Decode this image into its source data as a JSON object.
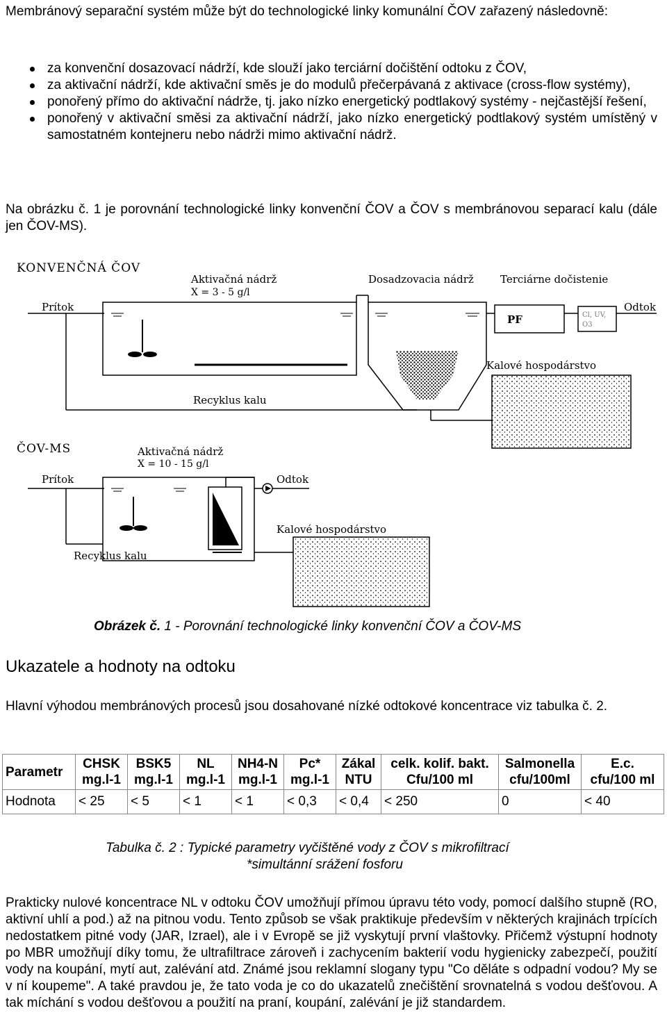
{
  "intro": "Membránový separační systém může být do technologické linky komunální ČOV zařazený následovně:",
  "bullets": [
    "za konvenční dosazovací nádrží, kde slouží jako terciární dočištění odtoku z ČOV,",
    "za aktivační nádrží, kde aktivační směs je do modulů přečerpávaná z aktivace (cross-flow systémy),",
    "ponořený přímo do aktivační nádrže, tj. jako nízko energetický podtlakový systémy - nejčastější řešení,",
    "ponořený v aktivační směsi za aktivační nádrží, jako nízko energetický podtlakový systém umístěný v samostatném kontejneru nebo nádrži mimo aktivační nádrž."
  ],
  "figure_intro": "Na obrázku č. 1 je porovnání technologické linky konvenční ČOV a ČOV s membránovou separací kalu (dále jen ČOV-MS).",
  "diagram": {
    "top_title": "KONVENČNÁ ČOV",
    "top_tank": "Aktivačná nádrž",
    "top_tank_conc": "X = 3 - 5 g/l",
    "top_settle": "Dosadzovacia nádrž",
    "top_tertiary": "Terciárne dočistenie",
    "top_inflow": "Prítok",
    "top_outflow": "Odtok",
    "top_pf": "PF",
    "top_disinfect_1": "Cl, UV,",
    "top_disinfect_2": "O3",
    "top_sludge": "Kalové hospodárstvo",
    "top_recycle": "Recyklus kalu",
    "bottom_title": "ČOV-MS",
    "bottom_tank": "Aktivačná nádrž",
    "bottom_tank_conc": "X = 10 - 15 g/l",
    "bottom_inflow": "Prítok",
    "bottom_outflow": "Odtok",
    "bottom_sludge": "Kalové hospodárstvo",
    "bottom_recycle": "Recyklus kalu"
  },
  "figure_caption": {
    "label": "Obrázek č.",
    "number": " 1",
    "text": " - Porovnání technologické linky konvenční ČOV a ČOV-MS"
  },
  "section_heading": "Ukazatele a hodnoty na odtoku",
  "table_intro": "Hlavní výhodou membránových procesů jsou dosahované nízké odtokové koncentrace viz tabulka č. 2.",
  "table": {
    "row_header": "Parametr",
    "columns": [
      {
        "name": "CHSK",
        "unit": "mg.l-1"
      },
      {
        "name": "BSK5",
        "unit": "mg.l-1"
      },
      {
        "name": "NL",
        "unit": "mg.l-1"
      },
      {
        "name": "NH4-N",
        "unit": "mg.l-1"
      },
      {
        "name": "Pc*",
        "unit": "mg.l-1"
      },
      {
        "name": "Zákal",
        "unit": "NTU"
      },
      {
        "name": "celk. kolif. bakt.",
        "unit": "Cfu/100 ml"
      },
      {
        "name": "Salmonella",
        "unit": "cfu/100ml"
      },
      {
        "name": "E.c.",
        "unit": "cfu/100 ml"
      }
    ],
    "value_label": "Hodnota",
    "values": [
      "< 25",
      "< 5",
      "< 1",
      "< 1",
      "< 0,3",
      "< 0,4",
      "< 250",
      "0",
      "< 40"
    ]
  },
  "table_caption_1": "Tabulka č. 2 : Typické parametry vyčištěné vody z ČOV s mikrofiltrací",
  "table_caption_2": "*simultánní srážení fosforu",
  "closing": "Prakticky nulové koncentrace NL v odtoku ČOV umožňují přímou úpravu této vody, pomocí dalšího stupně (RO, aktivní uhlí a pod.) až na pitnou vodu. Tento způsob se však praktikuje především v některých krajinách trpících nedostatkem pitné vody (JAR, Izrael), ale i v Evropě se již vyskytují první vlaštovky. Přičemž výstupní hodnoty po MBR umožňují díky tomu, že ultrafiltrace zároveň i zachycením bakterií vodu hygienicky zabezpečí, použití vody na koupání, mytí aut, zalévání atd. Známé jsou reklamní slogany typu \"Co děláte s odpadní vodou? My se v ní koupeme\". A také pravdou je, že tato voda je co do ukazatelů znečištění srovnatelná s vodou dešťovou. A tak míchání s vodou dešťovou a použití na praní, koupání, zalévání je již standardem."
}
